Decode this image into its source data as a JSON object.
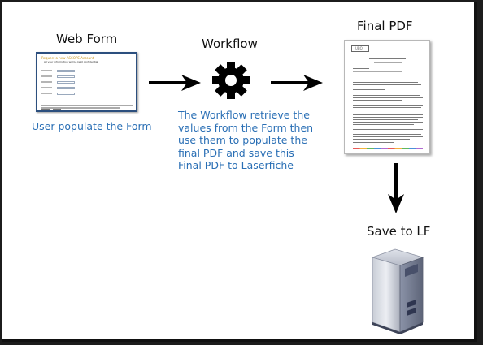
{
  "diagram": {
    "web_form": {
      "title": "Web Form",
      "caption": "User populate the Form",
      "thumb_title": "Request a new ASCOPE Account",
      "thumb_subtitle": "All your information will be kept confidential"
    },
    "workflow": {
      "title": "Workflow",
      "description_lines": [
        "The Workflow retrieve the",
        "values from the Form then",
        "use them to populate the",
        "final PDF and save this",
        "Final PDF to Laserfiche"
      ]
    },
    "final_pdf": {
      "title": "Final PDF",
      "logo_text": "UBO"
    },
    "save": {
      "title": "Save to LF"
    }
  },
  "colors": {
    "caption_blue": "#2a6fb5",
    "arrow": "#000000",
    "frame": "#1c1c1c"
  },
  "icons": [
    "gear-icon",
    "right-arrow-icon",
    "down-arrow-icon",
    "server-icon",
    "document-icon",
    "form-icon"
  ]
}
